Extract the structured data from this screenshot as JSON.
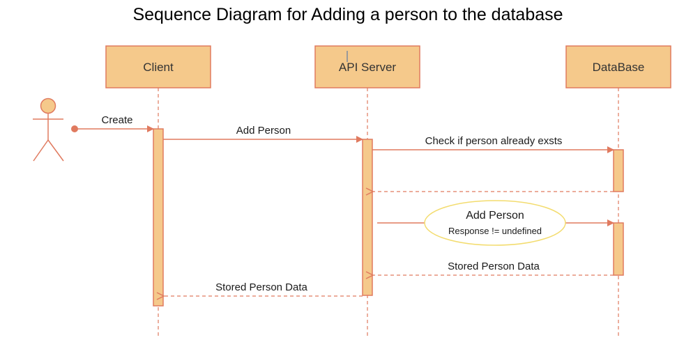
{
  "title": "Sequence Diagram for Adding a person to the database",
  "colors": {
    "stroke": "#e07a5f",
    "fill": "#f5c98b",
    "note_stroke": "#f3dc6e",
    "text": "#1a1a1a"
  },
  "actor": {
    "icon": "stick-figure-actor-icon"
  },
  "lifelines": [
    {
      "id": "client",
      "label": "Client"
    },
    {
      "id": "api",
      "label": "API Server"
    },
    {
      "id": "db",
      "label": "DataBase"
    }
  ],
  "messages": [
    {
      "id": "create",
      "label": "Create",
      "style": "solid"
    },
    {
      "id": "add-person-client",
      "label": "Add Person",
      "style": "solid"
    },
    {
      "id": "check-exists",
      "label": "Check if person already exsts",
      "style": "solid"
    },
    {
      "id": "check-return",
      "label": "",
      "style": "dashed"
    },
    {
      "id": "add-person-db",
      "label": "Add Person",
      "style": "solid"
    },
    {
      "id": "stored-db",
      "label": "Stored Person Data",
      "style": "dashed"
    },
    {
      "id": "stored-client",
      "label": "Stored Person Data",
      "style": "dashed"
    }
  ],
  "note": {
    "label": "Response != undefined"
  }
}
